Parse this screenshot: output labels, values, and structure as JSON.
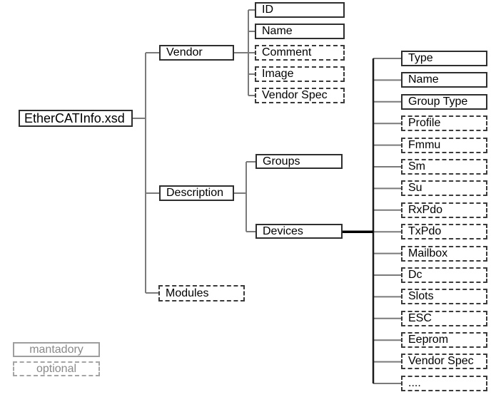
{
  "diagram": {
    "title_node": "EtherCATInfo.xsd",
    "root": {
      "label": "EtherCATInfo.xsd",
      "optional": false
    },
    "level1": [
      {
        "label": "Vendor",
        "optional": false
      },
      {
        "label": "Description",
        "optional": false
      },
      {
        "label": "Modules",
        "optional": true
      }
    ],
    "vendor_children": [
      {
        "label": "ID",
        "optional": false
      },
      {
        "label": "Name",
        "optional": false
      },
      {
        "label": "Comment",
        "optional": true
      },
      {
        "label": "Image",
        "optional": true
      },
      {
        "label": "Vendor Spec",
        "optional": true
      }
    ],
    "description_children": [
      {
        "label": "Groups",
        "optional": false
      },
      {
        "label": "Devices",
        "optional": false
      }
    ],
    "devices_children": [
      {
        "label": "Type",
        "optional": false
      },
      {
        "label": "Name",
        "optional": false
      },
      {
        "label": "Group Type",
        "optional": false
      },
      {
        "label": "Profile",
        "optional": true
      },
      {
        "label": "Fmmu",
        "optional": true
      },
      {
        "label": "Sm",
        "optional": true
      },
      {
        "label": "Su",
        "optional": true
      },
      {
        "label": "RxPdo",
        "optional": true
      },
      {
        "label": "TxPdo",
        "optional": true
      },
      {
        "label": "Mailbox",
        "optional": true
      },
      {
        "label": "Dc",
        "optional": true
      },
      {
        "label": "Slots",
        "optional": true
      },
      {
        "label": "ESC",
        "optional": true
      },
      {
        "label": "Eeprom",
        "optional": true
      },
      {
        "label": "Vendor Spec",
        "optional": true
      },
      {
        "label": "....",
        "optional": true
      }
    ],
    "legend": [
      {
        "label": "mantadory",
        "style": "solid"
      },
      {
        "label": "optional",
        "style": "dashed"
      }
    ],
    "colors": {
      "line": "#7a7a7a",
      "thick_line": "#000000",
      "box_border": "#2e2e2e",
      "legend_gray": "#8a8a8a",
      "background": "#ffffff"
    }
  }
}
